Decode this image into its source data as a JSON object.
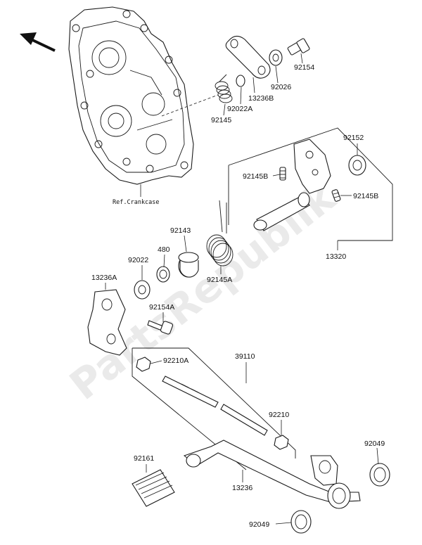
{
  "watermark": "PartsRepublik",
  "reference_note": "Ref.Crankcase",
  "labels": {
    "p92154": "92154",
    "p92026": "92026",
    "p13236B": "13236B",
    "p92022A": "92022A",
    "p92145": "92145",
    "p92152": "92152",
    "p92145B_left": "92145B",
    "p92145B_right": "92145B",
    "p13320": "13320",
    "p92143": "92143",
    "p480": "480",
    "p92022": "92022",
    "p92145A": "92145A",
    "p13236A": "13236A",
    "p92154A": "92154A",
    "p39110": "39110",
    "p92210A": "92210A",
    "p92210": "92210",
    "p92161": "92161",
    "p13236": "13236",
    "p92049_top": "92049",
    "p92049_bottom": "92049"
  },
  "icons": {
    "direction_arrow": "front-direction-arrow-icon"
  },
  "colors": {
    "line": "#1a1a1a",
    "background": "#ffffff",
    "watermark": "#d9d9d9"
  }
}
